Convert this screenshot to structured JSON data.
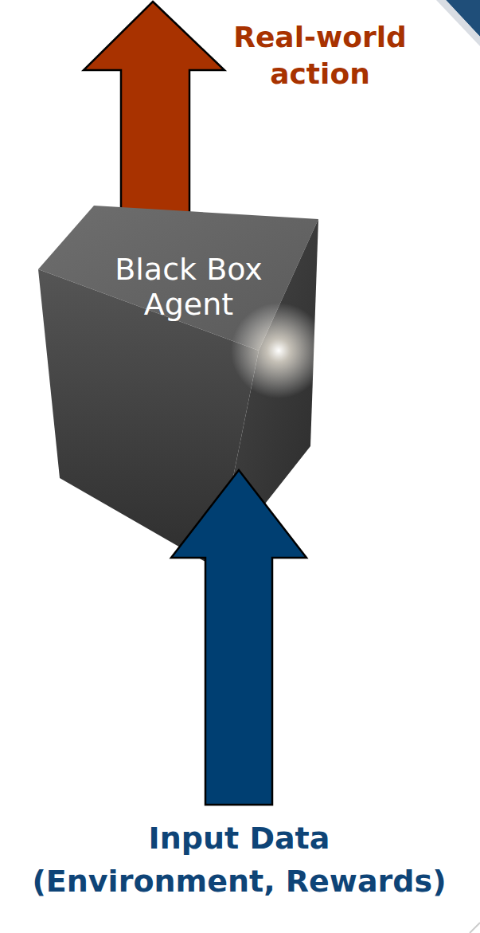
{
  "diagram": {
    "nodes": [
      {
        "text": [
          "Black Box Agent"
        ]
      }
    ],
    "labels": [
      "Real-world action",
      "Input Data (Environment, Rewards)"
    ]
  }
}
